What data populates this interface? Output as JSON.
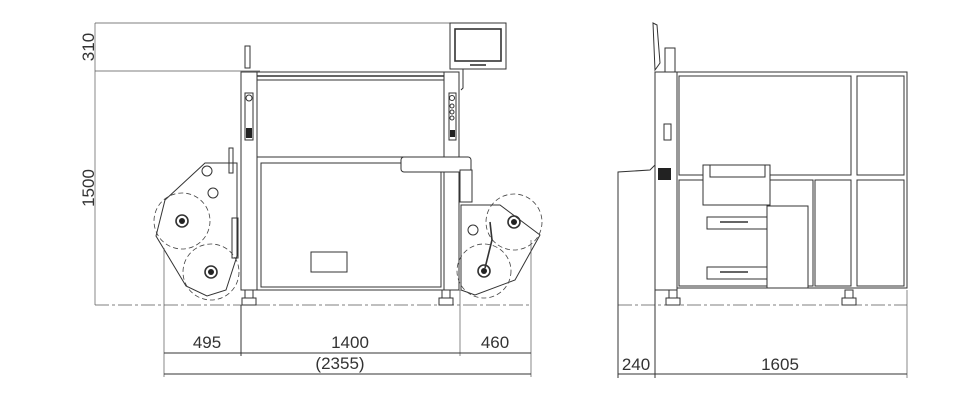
{
  "dimensions": {
    "front_height_top": "310",
    "front_height_main": "1500",
    "front_left_width": "495",
    "front_center_width": "1400",
    "front_right_width": "460",
    "front_total_width": "(2355)",
    "side_left_width": "240",
    "side_depth": "1605"
  },
  "colors": {
    "line": "#333333",
    "background": "#ffffff"
  }
}
